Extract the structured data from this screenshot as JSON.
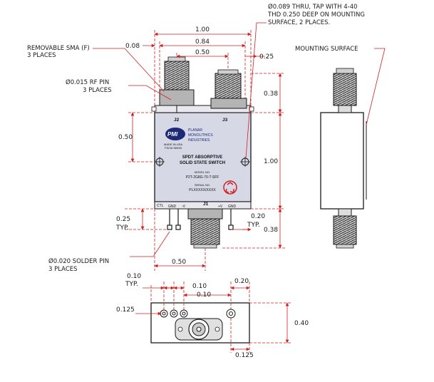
{
  "dimensions": {
    "overall_width": "1.00",
    "span_084": "0.84",
    "span_050_top": "0.50",
    "left_offset": "0.08",
    "right_offset": "0.25",
    "top_height": "0.38",
    "body_height": "1.00",
    "left_050": "0.50",
    "pin_025": "0.25",
    "pin_025_typ": "TYP.",
    "pin_020": "0.20",
    "pin_020_typ": "TYP.",
    "bottom_038": "0.38",
    "bottom_050": "0.50",
    "bv_010_a": "0.10",
    "bv_010_a_typ": "TYP.",
    "bv_010_b": "0.10",
    "bv_010_c": "0.10",
    "bv_020": "0.20",
    "bv_0125_left": "0.125",
    "bv_040": "0.40",
    "bv_0125_bottom": "0.125"
  },
  "notes": {
    "thru_line1": "Ø0.089 THRU, TAP WITH 4-40",
    "thru_line2": "THD 0.250 DEEP ON MOUNTING",
    "thru_line3": "SURFACE, 2 PLACES.",
    "sma_line1": "REMOVABLE SMA (F)",
    "sma_line2": "3 PLACES",
    "rf_line1": "Ø0.015 RF PIN",
    "rf_line2": "3 PLACES",
    "solder_line1": "Ø0.020 SOLDER PIN",
    "solder_line2": "3 PLACES",
    "mounting_surface": "MOUNTING SURFACE"
  },
  "label": {
    "j2": "J2",
    "j3": "J3",
    "j1": "J1",
    "company_1": "PLANAR",
    "company_2": "MONOLITHICS",
    "company_3": "INDUSTRIES",
    "logo": "PMI",
    "made_1": "MADE IN USA",
    "made_2": "FSCM 56K50",
    "product_1": "SPDT ABSORPTIVE",
    "product_2": "SOLID STATE SWITCH",
    "model_label": "MODEL NO.",
    "model_value": "P2T-2G8G-70-T-SFF",
    "serial_label": "SERIAL NO.",
    "serial_value": "PLXXXXX/XXXX",
    "pin_ctl": "CTL",
    "pin_gnd1": "GND",
    "pin_neg_v": "-V",
    "pin_pos_v": "+V",
    "pin_gnd2": "GND"
  },
  "colors": {
    "dimension_red": "#d11f1f",
    "outline": "#1a1a1a",
    "label_blue": "#1c2a78",
    "body_fill": "#d6d8e6",
    "connector_fill": "#b4b4b4"
  }
}
